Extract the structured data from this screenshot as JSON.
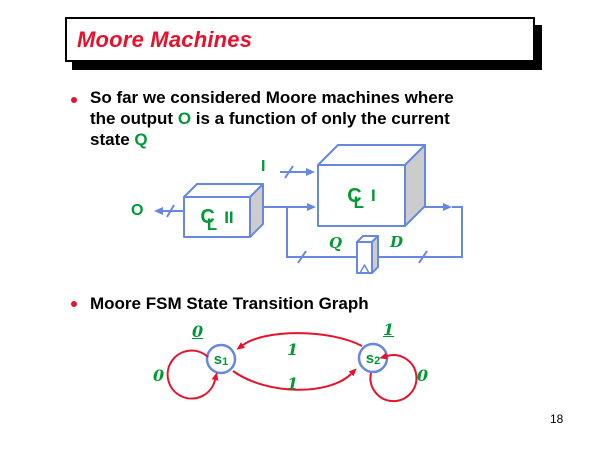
{
  "title": {
    "text": "Moore Machines"
  },
  "bullets": {
    "b1": {
      "line1": "So far we considered Moore machines where",
      "line2a": "the output ",
      "line2b": "O",
      "line2c": " is a function of only the current",
      "line3a": "state ",
      "line3b": "Q"
    },
    "b2": "Moore FSM State Transition Graph"
  },
  "diagram": {
    "labels": {
      "input": "I",
      "output": "O",
      "ff_q": "Q",
      "ff_d": "D",
      "cl2_c": "C",
      "cl2_l": "L",
      "cl2_suffix": "II",
      "cl1_c": "C",
      "cl1_l": "L",
      "cl1_suffix": "I"
    }
  },
  "fsm": {
    "s1": {
      "base": "s",
      "sub": "1",
      "output": "0",
      "loop_label": "0"
    },
    "s2": {
      "base": "s",
      "sub": "2",
      "output": "1",
      "loop_label": "0"
    },
    "edge_s2_to_s1": "1",
    "edge_s1_to_s2": "1"
  },
  "page": {
    "number": "18"
  },
  "colors": {
    "accent_red": "#e8112d",
    "label_green": "#009933",
    "wire_blue": "#6688e0",
    "shade_gray": "#cccccc",
    "text_black": "#000000"
  }
}
